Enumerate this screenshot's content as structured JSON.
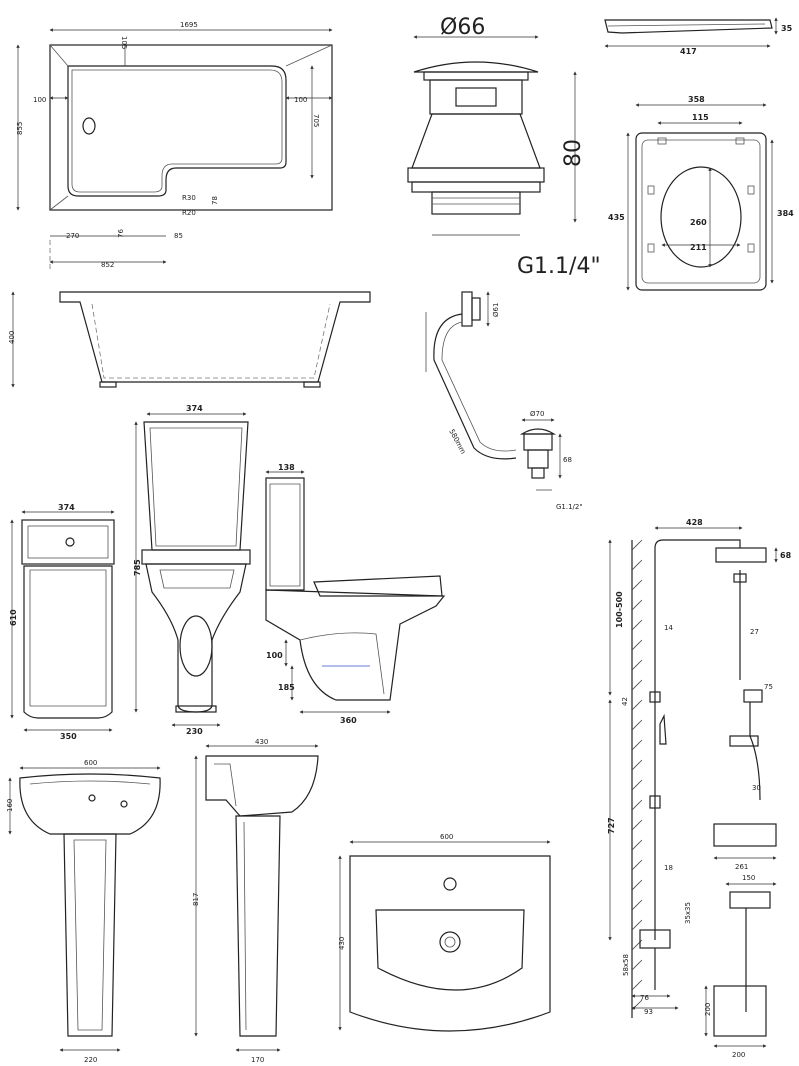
{
  "bath": {
    "plan": {
      "width": "1695",
      "depth": "855",
      "top_rim": "105",
      "inner_depth": "705",
      "left_rim": "100",
      "right_rim": "100",
      "r30": "R30",
      "r20": "R20",
      "d78": "78",
      "d76": "76",
      "d270": "270",
      "d85": "85",
      "d852": "852"
    },
    "side": {
      "height": "400"
    }
  },
  "waste": {
    "diameter": "Ø66",
    "height": "80",
    "thread": "G1.1/4\""
  },
  "seat": {
    "side_length": "417",
    "side_height": "35",
    "width": "358",
    "hinge": "115",
    "length": "435",
    "inner_length": "384",
    "opening_length": "260",
    "opening_width": "211"
  },
  "overflow": {
    "dia61": "Ø61",
    "dia70": "Ø70",
    "hose": "580mm",
    "h68": "68",
    "thread": "G1.1/2\""
  },
  "toilet": {
    "top_width": "374",
    "front_width": "374",
    "front_height": "785",
    "base_width": "230",
    "top_height": "610",
    "top_base": "350",
    "side_cistern": "138",
    "side_100": "100",
    "side_185": "185",
    "side_depth": "360"
  },
  "shower": {
    "width": "428",
    "head_h": "68",
    "range": "100-500",
    "d14": "14",
    "d27": "27",
    "d42": "42",
    "d75": "75",
    "d30": "30",
    "d727": "727",
    "d18": "18",
    "d35x35": "35x35",
    "d58x58": "58x58",
    "d261": "261",
    "d76": "76",
    "d93": "93",
    "d150": "150",
    "d200a": "200",
    "d200b": "200"
  },
  "basin": {
    "front_width": "600",
    "front_160": "160",
    "ped_width": "220"
  },
  "basin_side": {
    "depth": "430",
    "height": "817",
    "ped_depth": "170"
  },
  "basin_top": {
    "width": "600",
    "depth": "430"
  }
}
